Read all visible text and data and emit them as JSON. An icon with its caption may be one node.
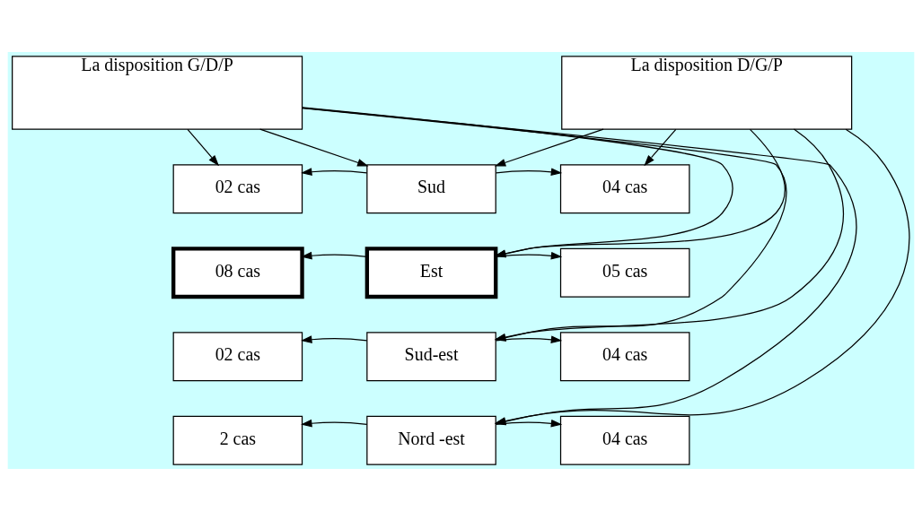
{
  "diagram": {
    "nodes": [
      {
        "text": [
          "La disposition G/D/P"
        ]
      },
      {
        "text": [
          "La disposition D/G/P"
        ]
      },
      {
        "text": [
          "02 cas"
        ]
      },
      {
        "text": [
          "Sud"
        ]
      },
      {
        "text": [
          "04 cas"
        ]
      },
      {
        "text": [
          "08 cas"
        ]
      },
      {
        "text": [
          "Est"
        ]
      },
      {
        "text": [
          "05 cas"
        ]
      },
      {
        "text": [
          "02 cas"
        ]
      },
      {
        "text": [
          "Sud-est"
        ]
      },
      {
        "text": [
          "04 cas"
        ]
      },
      {
        "text": [
          "2 cas"
        ]
      },
      {
        "text": [
          "Nord -est"
        ]
      },
      {
        "text": [
          "04 cas"
        ]
      }
    ],
    "edges": [
      {
        "from": 0,
        "to": 2,
        "arrow": "to"
      },
      {
        "from": 1,
        "to": 4,
        "arrow": "to"
      },
      {
        "from": 0,
        "to": 3,
        "arrow": "to"
      },
      {
        "from": 0,
        "to": 6,
        "arrow": "to"
      },
      {
        "from": 0,
        "to": 9,
        "arrow": "to"
      },
      {
        "from": 0,
        "to": 12,
        "arrow": "to"
      },
      {
        "from": 1,
        "to": 3,
        "arrow": "to"
      },
      {
        "from": 1,
        "to": 6,
        "arrow": "to"
      },
      {
        "from": 1,
        "to": 9,
        "arrow": "to"
      },
      {
        "from": 1,
        "to": 12,
        "arrow": "to"
      },
      {
        "from": 3,
        "to": 2,
        "arrow": "to"
      },
      {
        "from": 3,
        "to": 4,
        "arrow": "to"
      },
      {
        "from": 6,
        "to": 5,
        "arrow": "to"
      },
      {
        "from": 6,
        "to": 7,
        "arrow": "to"
      },
      {
        "from": 9,
        "to": 8,
        "arrow": "to"
      },
      {
        "from": 9,
        "to": 10,
        "arrow": "to"
      },
      {
        "from": 12,
        "to": 11,
        "arrow": "to"
      },
      {
        "from": 12,
        "to": 13,
        "arrow": "to"
      }
    ]
  }
}
